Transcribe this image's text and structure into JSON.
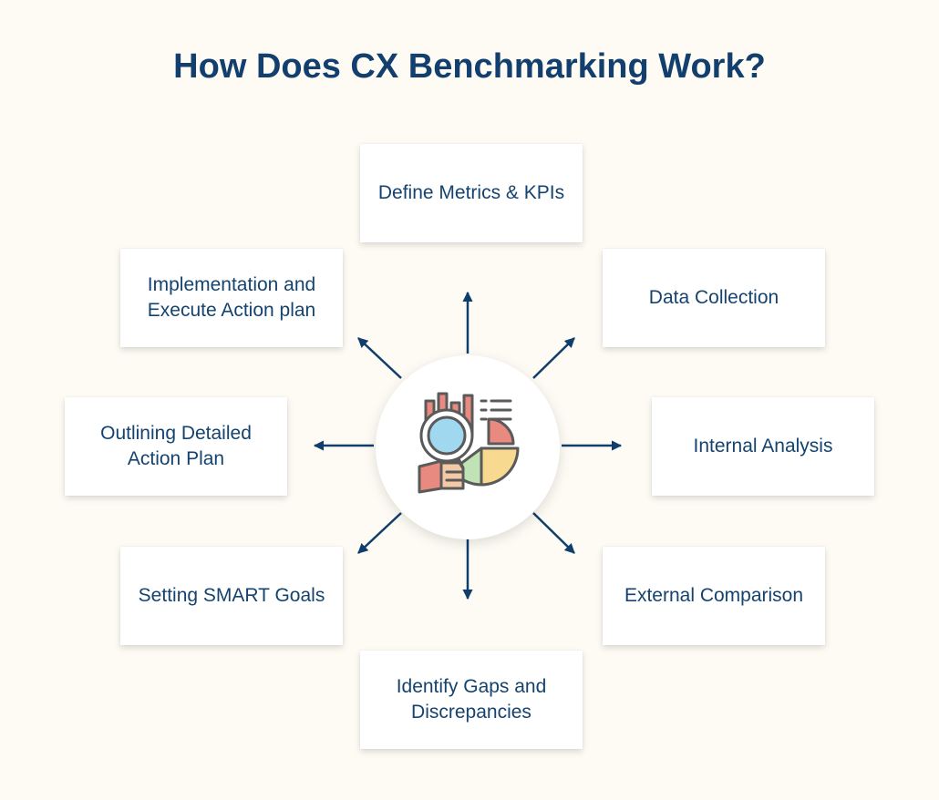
{
  "title": "How Does CX Benchmarking Work?",
  "steps": {
    "define_metrics": "Define Metrics & KPIs",
    "data_collection": "Data Collection",
    "internal_analysis": "Internal Analysis",
    "external_comparison": "External Comparison",
    "identify_gaps": "Identify Gaps and Discrepancies",
    "setting_goals": "Setting SMART Goals",
    "action_plan": "Outlining Detailed Action Plan",
    "implementation": "Implementation and Execute Action plan"
  },
  "colors": {
    "background": "#fdfbf4",
    "title": "#123f6e",
    "text": "#15436f",
    "arrow": "#0f3e6d",
    "icon_outline": "#5a5a5a",
    "icon_lens": "#9fd8ef",
    "icon_red": "#e98a80",
    "icon_yellow": "#f7d98f",
    "icon_green": "#bfe3b5",
    "icon_skin": "#f4c9a6"
  },
  "hub_icon": "benchmark-analytics-icon"
}
